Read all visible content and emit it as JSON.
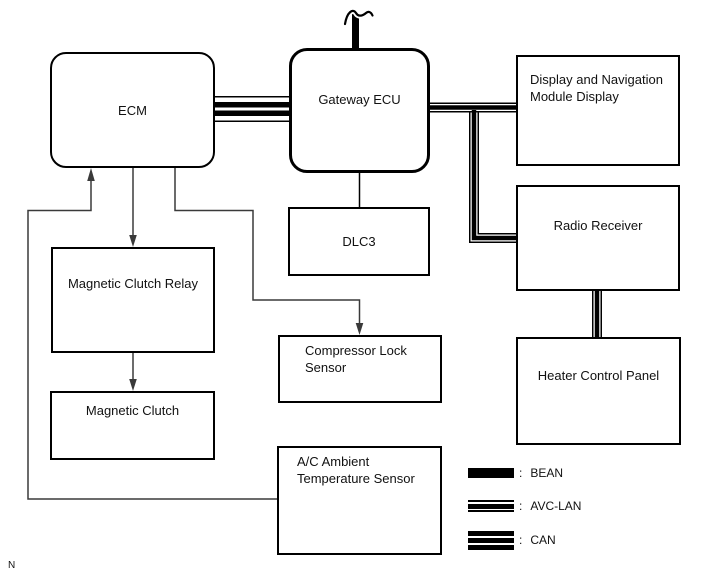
{
  "nodes": {
    "ecm": "ECM",
    "gateway_ecu": "Gateway ECU",
    "dlc3": "DLC3",
    "display_nav": "Display and Navigation Module Display",
    "radio_receiver": "Radio Receiver",
    "heater_control_panel": "Heater Control Panel",
    "magnetic_clutch_relay": "Magnetic Clutch Relay",
    "magnetic_clutch": "Magnetic Clutch",
    "compressor_lock_sensor": "Compressor Lock Sensor",
    "ac_ambient_temp_sensor": "A/C Ambient Temperature Sensor"
  },
  "legend": {
    "separator": ":",
    "items": [
      {
        "key": "bean",
        "label": "BEAN"
      },
      {
        "key": "avc_lan",
        "label": "AVC-LAN"
      },
      {
        "key": "can",
        "label": "CAN"
      }
    ]
  },
  "footnote": "N",
  "colors": {
    "bus": "#000000",
    "connector_line": "#3a3a3a",
    "background": "#ffffff"
  }
}
